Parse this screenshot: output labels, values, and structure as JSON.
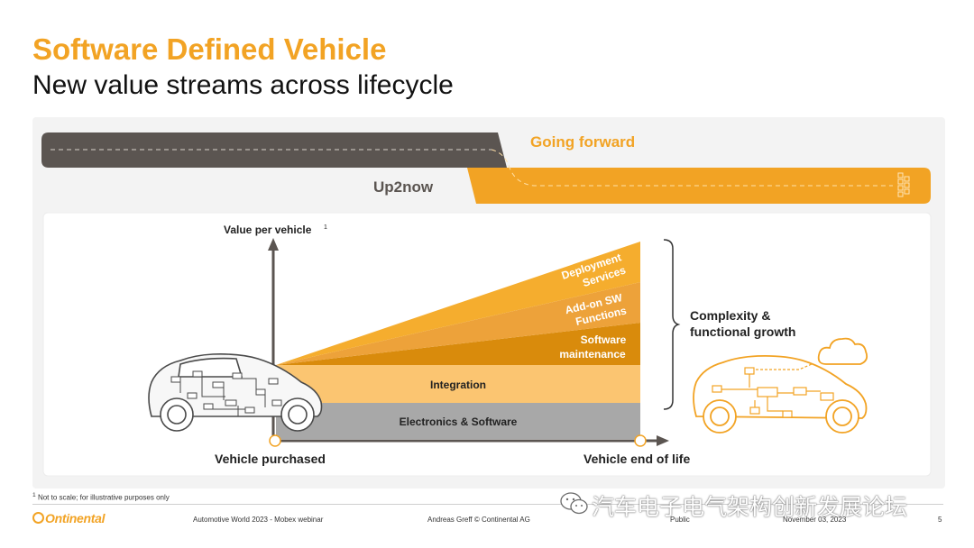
{
  "header": {
    "title": "Software Defined Vehicle",
    "subtitle": "New value streams across lifecycle"
  },
  "roads": {
    "going_forward": "Going forward",
    "up2now": "Up2now"
  },
  "diagram": {
    "y_axis_label": "Value per vehicle",
    "y_axis_superscript": "1",
    "layers": [
      {
        "label_lines": [
          "Electronics & Software"
        ],
        "color": "#a8a8a8"
      },
      {
        "label_lines": [
          "Integration"
        ],
        "color": "#fbc571"
      },
      {
        "label_lines": [
          "Software",
          "maintenance"
        ],
        "color": "#d98b0c"
      },
      {
        "label_lines": [
          "Add-on SW",
          "Functions"
        ],
        "color": "#eda23a"
      },
      {
        "label_lines": [
          "Deployment",
          "Services"
        ],
        "color": "#f5ad2e"
      }
    ],
    "bracket_label_lines": [
      "Complexity &",
      "functional growth"
    ],
    "x_start_label": "Vehicle purchased",
    "x_end_label": "Vehicle end of life"
  },
  "footer": {
    "footnote_mark": "1",
    "footnote": "Not to scale; for illustrative purposes only",
    "logo": "Ontinental",
    "event": "Automotive World 2023 - Mobex webinar",
    "author": "Andreas Greff © Continental AG",
    "classification": "Public",
    "date": "November 03, 2023",
    "page": "5",
    "watermark": "汽车电子电气架构创新发展论坛"
  },
  "colors": {
    "accent": "#f2a324",
    "dark_road": "#5b5551",
    "gray_layer": "#a8a8a8"
  },
  "icons": [
    "car-outline-icon",
    "car-outline-orange-icon",
    "cloud-icon",
    "wechat-icon",
    "arrow-up-icon",
    "arrow-right-icon",
    "road-end-icon"
  ]
}
